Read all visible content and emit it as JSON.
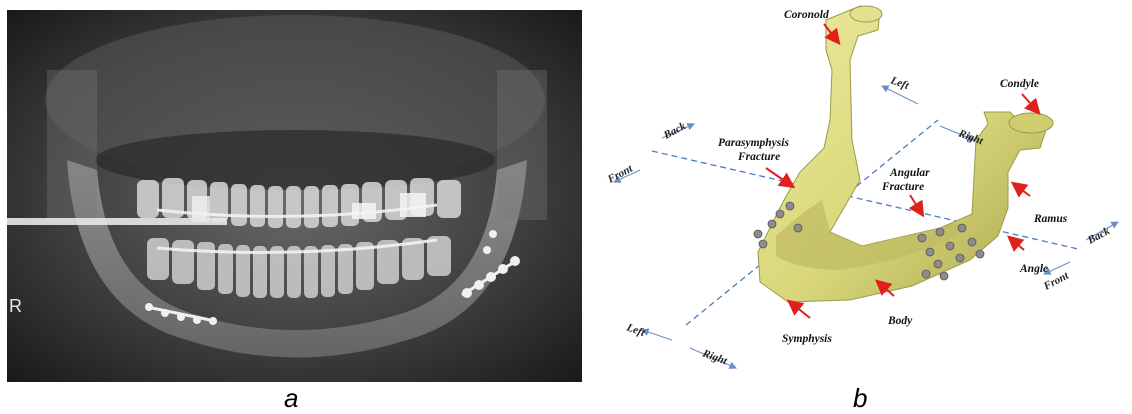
{
  "panels": [
    {
      "id": "a",
      "letter": "a"
    },
    {
      "id": "b",
      "letter": "b"
    }
  ],
  "xray": {
    "overlay_text": "R"
  },
  "diagram": {
    "anatomy_labels": {
      "coronoid": "Coronold",
      "condyle": "Condyle",
      "parasymphysis_line1": "Parasymphysis",
      "parasymphysis_line2": "Fracture",
      "angular_line1": "Angular",
      "angular_line2": "Fracture",
      "ramus": "Ramus",
      "angle": "Angle",
      "body": "Body",
      "symphysis": "Symphysis"
    },
    "axis_labels": {
      "top_left": "Left",
      "top_right": "Right",
      "left_front": "Front",
      "left_back": "Back",
      "bottom_left": "Left",
      "bottom_right": "Right",
      "right_front": "Front",
      "right_back": "Back"
    },
    "colors": {
      "bone": "#d9d77a",
      "bone_shadow": "#a9a650",
      "arrow": "#e0201c",
      "dashed_line": "#4a7cc0",
      "screw": "#8c8c8c"
    }
  }
}
